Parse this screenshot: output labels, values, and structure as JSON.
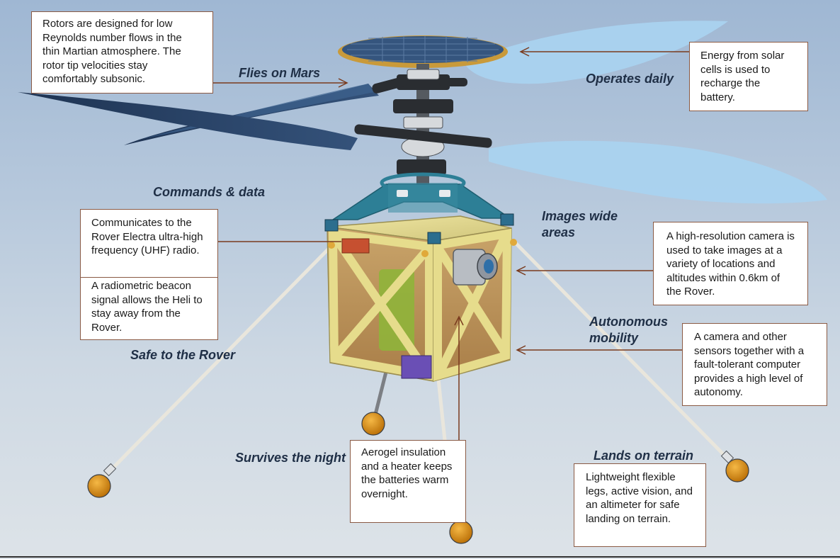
{
  "colors": {
    "background_top": "#9fb7d3",
    "background_bottom": "#dde3e8",
    "box_border": "#8a5a44",
    "leader_line": "#7a3b1e",
    "label_text": "#1f2f46",
    "body_yellow": "#e6dc8c",
    "frame_teal": "#2d7f96",
    "blade_dark": "#253c5e",
    "blade_light": "#a9d2f0",
    "foot_orange": "#d98b10"
  },
  "labels": {
    "flies_on_mars": "Flies on Mars",
    "operates_daily": "Operates daily",
    "commands_data": "Commands & data",
    "images_wide_areas": "Images wide areas",
    "autonomous_mobility": "Autonomous mobility",
    "safe_to_rover": "Safe to the Rover",
    "survives_night": "Survives the night",
    "lands_on_terrain": "Lands on terrain"
  },
  "callouts": {
    "rotors": "Rotors are designed for low Reynolds number flows in the thin Martian atmosphere. The rotor tip velocities stay comfortably subsonic.",
    "solar": "Energy from solar cells is used to recharge the battery.",
    "uhf": "Communicates to the Rover Electra ultra-high frequency (UHF) radio.",
    "beacon": "A radiometric beacon signal allows the Heli to stay away from the Rover.",
    "camera": "A high-resolution camera is used to take images at a variety of locations and altitudes within 0.6km of the Rover.",
    "autonomy": "A camera and other sensors together with a fault-tolerant computer provides a high level of autonomy.",
    "aerogel": "Aerogel insulation and a heater keeps the batteries warm overnight.",
    "legs": "Lightweight flexible legs, active vision, and an altimeter for safe landing on terrain."
  }
}
